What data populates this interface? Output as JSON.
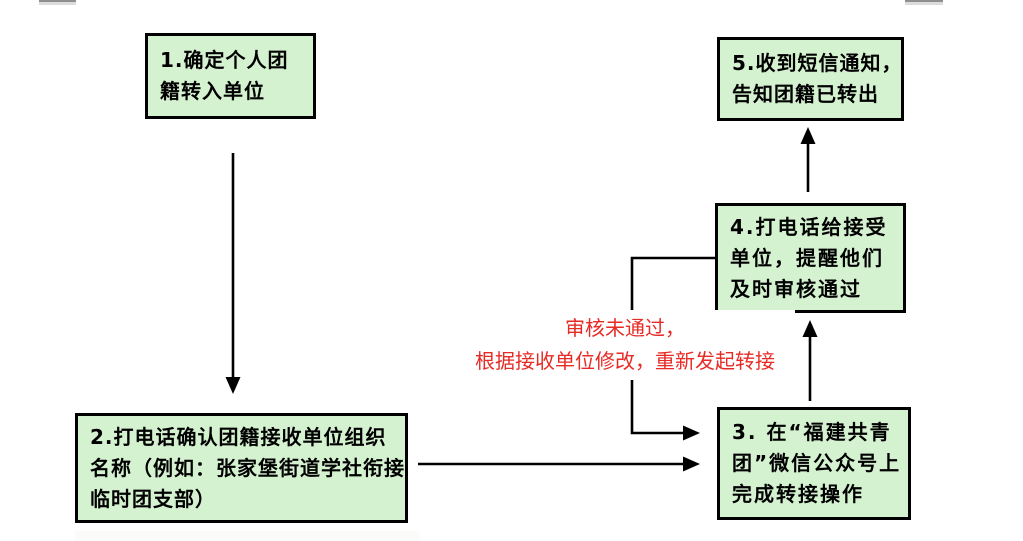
{
  "diagram": {
    "type": "flowchart",
    "language": "zh-CN",
    "steps": {
      "step1": {
        "id": "1",
        "lines": [
          "1.确定个人团",
          "籍转入单位"
        ]
      },
      "step2": {
        "id": "2",
        "lines": [
          "2.打电话确认团籍接收单位组织",
          "名称（例如：张家堡街道学社衔接",
          "临时团支部）"
        ]
      },
      "step3": {
        "id": "3",
        "lines": [
          "3. 在“福建共青",
          "团”微信公众号上",
          "完成转接操作"
        ]
      },
      "step4": {
        "id": "4",
        "lines": [
          "4.打电话给接受",
          "单位，提醒他们",
          "及时审核通过"
        ]
      },
      "step5": {
        "id": "5",
        "lines": [
          "5.收到短信通知，",
          "告知团籍已转出"
        ]
      }
    },
    "reject_note": {
      "lines": [
        "审核未通过，",
        "根据接收单位修改，重新发起转接"
      ]
    },
    "arrows": [
      {
        "name": "step1-to-step2",
        "direction": "down"
      },
      {
        "name": "step2-to-step3",
        "direction": "right"
      },
      {
        "name": "step3-to-step4",
        "direction": "up"
      },
      {
        "name": "step4-to-step5",
        "direction": "up"
      },
      {
        "name": "step4-reject-to-step3",
        "direction": "left-down-right"
      }
    ],
    "colors": {
      "background": "#ffffff",
      "box_fill": "#d5f2d0",
      "box_border": "#000000",
      "box_text": "#000000",
      "arrow": "#000000",
      "reject_note_text": "#e62b26"
    }
  }
}
